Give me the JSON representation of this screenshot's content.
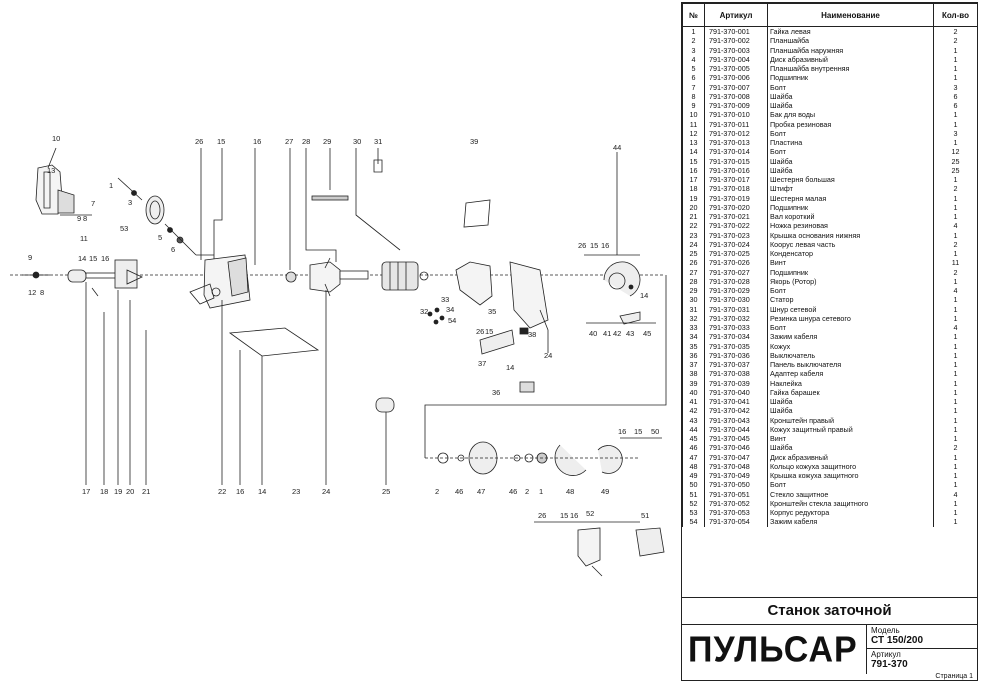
{
  "table": {
    "headers": {
      "num": "№",
      "article": "Артикул",
      "name": "Наименование",
      "qty": "Кол-во"
    },
    "rows": [
      {
        "n": "1",
        "a": "791-370-001",
        "name": "Гайка левая",
        "q": "2"
      },
      {
        "n": "2",
        "a": "791-370-002",
        "name": "Планшайба",
        "q": "2"
      },
      {
        "n": "3",
        "a": "791-370-003",
        "name": "Планшайба наружняя",
        "q": "1"
      },
      {
        "n": "4",
        "a": "791-370-004",
        "name": "Диск абразивный",
        "q": "1"
      },
      {
        "n": "5",
        "a": "791-370-005",
        "name": "Планшайба внутренняя",
        "q": "1"
      },
      {
        "n": "6",
        "a": "791-370-006",
        "name": "Подшипник",
        "q": "1"
      },
      {
        "n": "7",
        "a": "791-370-007",
        "name": "Болт",
        "q": "3"
      },
      {
        "n": "8",
        "a": "791-370-008",
        "name": "Шайба",
        "q": "6"
      },
      {
        "n": "9",
        "a": "791-370-009",
        "name": "Шайба",
        "q": "6"
      },
      {
        "n": "10",
        "a": "791-370-010",
        "name": "Бак для воды",
        "q": "1"
      },
      {
        "n": "11",
        "a": "791-370-011",
        "name": "Пробка резиновая",
        "q": "1"
      },
      {
        "n": "12",
        "a": "791-370-012",
        "name": "Болт",
        "q": "3"
      },
      {
        "n": "13",
        "a": "791-370-013",
        "name": "Пластина",
        "q": "1"
      },
      {
        "n": "14",
        "a": "791-370-014",
        "name": "Болт",
        "q": "12"
      },
      {
        "n": "15",
        "a": "791-370-015",
        "name": "Шайба",
        "q": "25"
      },
      {
        "n": "16",
        "a": "791-370-016",
        "name": "Шайба",
        "q": "25"
      },
      {
        "n": "17",
        "a": "791-370-017",
        "name": "Шестерня большая",
        "q": "1"
      },
      {
        "n": "18",
        "a": "791-370-018",
        "name": "Штифт",
        "q": "2"
      },
      {
        "n": "19",
        "a": "791-370-019",
        "name": "Шестерня малая",
        "q": "1"
      },
      {
        "n": "20",
        "a": "791-370-020",
        "name": "Подшипник",
        "q": "1"
      },
      {
        "n": "21",
        "a": "791-370-021",
        "name": "Вал короткий",
        "q": "1"
      },
      {
        "n": "22",
        "a": "791-370-022",
        "name": "Ножка резиновая",
        "q": "4"
      },
      {
        "n": "23",
        "a": "791-370-023",
        "name": "Крышка основания нижняя",
        "q": "1"
      },
      {
        "n": "24",
        "a": "791-370-024",
        "name": "Коорус левая часть",
        "q": "2"
      },
      {
        "n": "25",
        "a": "791-370-025",
        "name": "Конденсатор",
        "q": "1"
      },
      {
        "n": "26",
        "a": "791-370-026",
        "name": "Винт",
        "q": "11"
      },
      {
        "n": "27",
        "a": "791-370-027",
        "name": "Подшипник",
        "q": "2"
      },
      {
        "n": "28",
        "a": "791-370-028",
        "name": "Якорь (Ротор)",
        "q": "1"
      },
      {
        "n": "29",
        "a": "791-370-029",
        "name": "Болт",
        "q": "4"
      },
      {
        "n": "30",
        "a": "791-370-030",
        "name": "Статор",
        "q": "1"
      },
      {
        "n": "31",
        "a": "791-370-031",
        "name": "Шнур сетевой",
        "q": "1"
      },
      {
        "n": "32",
        "a": "791-370-032",
        "name": "Резинка шнура сетевого",
        "q": "1"
      },
      {
        "n": "33",
        "a": "791-370-033",
        "name": "Болт",
        "q": "4"
      },
      {
        "n": "34",
        "a": "791-370-034",
        "name": "Зажим кабеля",
        "q": "1"
      },
      {
        "n": "35",
        "a": "791-370-035",
        "name": "Кожух",
        "q": "1"
      },
      {
        "n": "36",
        "a": "791-370-036",
        "name": "Выключатель",
        "q": "1"
      },
      {
        "n": "37",
        "a": "791-370-037",
        "name": "Панель выключателя",
        "q": "1"
      },
      {
        "n": "38",
        "a": "791-370-038",
        "name": "Адаптер кабеля",
        "q": "1"
      },
      {
        "n": "39",
        "a": "791-370-039",
        "name": "Наклейка",
        "q": "1"
      },
      {
        "n": "40",
        "a": "791-370-040",
        "name": "Гайка барашек",
        "q": "1"
      },
      {
        "n": "41",
        "a": "791-370-041",
        "name": "Шайба",
        "q": "1"
      },
      {
        "n": "42",
        "a": "791-370-042",
        "name": "Шайба",
        "q": "1"
      },
      {
        "n": "43",
        "a": "791-370-043",
        "name": "Кронштейн правый",
        "q": "1"
      },
      {
        "n": "44",
        "a": "791-370-044",
        "name": "Кожух защитный правый",
        "q": "1"
      },
      {
        "n": "45",
        "a": "791-370-045",
        "name": "Винт",
        "q": "1"
      },
      {
        "n": "46",
        "a": "791-370-046",
        "name": "Шайба",
        "q": "2"
      },
      {
        "n": "47",
        "a": "791-370-047",
        "name": "Диск абразивный",
        "q": "1"
      },
      {
        "n": "48",
        "a": "791-370-048",
        "name": "Кольцо кожуха защитного",
        "q": "1"
      },
      {
        "n": "49",
        "a": "791-370-049",
        "name": "Крышка кожуха защитного",
        "q": "1"
      },
      {
        "n": "50",
        "a": "791-370-050",
        "name": "Болт",
        "q": "1"
      },
      {
        "n": "51",
        "a": "791-370-051",
        "name": "Стекло защитное",
        "q": "4"
      },
      {
        "n": "52",
        "a": "791-370-052",
        "name": "Кронштейн стекла защитного",
        "q": "1"
      },
      {
        "n": "53",
        "a": "791-370-053",
        "name": "Корпус редуктора",
        "q": "1"
      },
      {
        "n": "54",
        "a": "791-370-054",
        "name": "Зажим кабеля",
        "q": "1"
      }
    ]
  },
  "title": "Станок заточной",
  "brand": "ПУЛЬСАР",
  "model_label": "Модель",
  "model_value": "СТ 150/200",
  "article_label": "Артикул",
  "article_value": "791-370",
  "page_label": "Страница 1",
  "diagram_labels": {
    "l10": "10",
    "l13": "13",
    "l1": "1",
    "l3": "3",
    "l7": "7",
    "l9": "9",
    "l8": "8",
    "l11": "11",
    "l5": "5",
    "l6": "6",
    "l53": "53",
    "l26": "26",
    "l15": "15",
    "l16": "16",
    "l27": "27",
    "l28": "28",
    "l29": "29",
    "l30": "30",
    "l31": "31",
    "l39": "39",
    "l44": "44",
    "l9b": "9",
    "l14": "14",
    "l15b": "15",
    "l16b": "16",
    "l12": "12",
    "l8b": "8",
    "l33": "33",
    "l32": "32",
    "l34": "34",
    "l54": "54",
    "l35": "35",
    "l26b": "26",
    "l15c": "15",
    "l38": "38",
    "l37": "37",
    "l14b": "14",
    "l24": "24",
    "l26c": "26",
    "l15d": "15",
    "l16c": "16",
    "l14c": "14",
    "l40": "40",
    "l41": "41",
    "l42": "42",
    "l43": "43",
    "l45": "45",
    "l36": "36",
    "l17": "17",
    "l18": "18",
    "l19": "19",
    "l20": "20",
    "l21": "21",
    "l22": "22",
    "l16d": "16",
    "l14d": "14",
    "l23": "23",
    "l24b": "24",
    "l25": "25",
    "l2": "2",
    "l46": "46",
    "l47": "47",
    "l46b": "46",
    "l2b": "2",
    "l1b": "1",
    "l48": "48",
    "l49": "49",
    "l16e": "16",
    "l15e": "15",
    "l50": "50",
    "l26d": "26",
    "l15f": "15",
    "l16f": "16",
    "l52": "52",
    "l51": "51"
  }
}
